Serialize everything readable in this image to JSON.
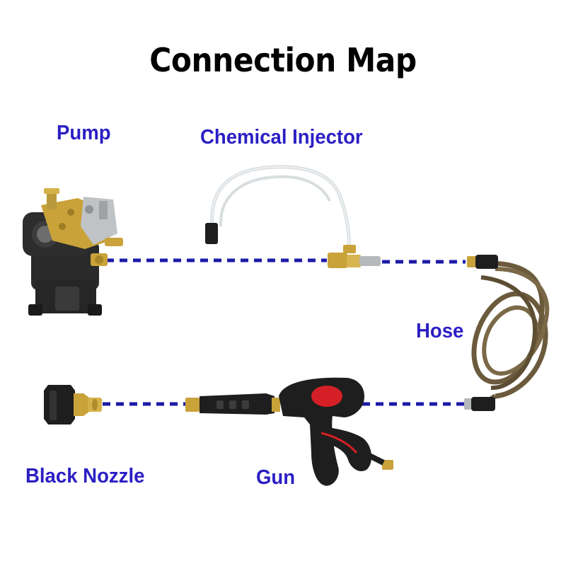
{
  "title": "Connection Map",
  "labels": {
    "pump": "Pump",
    "chemical_injector": "Chemical Injector",
    "hose": "Hose",
    "black_nozzle": "Black Nozzle",
    "gun": "Gun"
  },
  "colors": {
    "title": "#000000",
    "label": "#2b1fc4",
    "connector_line": "#1c1aa8",
    "brass": "#c9a23a",
    "black_plastic": "#1e1e1e",
    "trigger_red": "#d41f26",
    "hose_brown": "#6b5a3c",
    "injector_tube": "#d8dde0"
  },
  "connections": [
    [
      "pump",
      "chemical_injector"
    ],
    [
      "chemical_injector",
      "hose"
    ],
    [
      "hose",
      "gun"
    ],
    [
      "gun",
      "black_nozzle"
    ]
  ]
}
